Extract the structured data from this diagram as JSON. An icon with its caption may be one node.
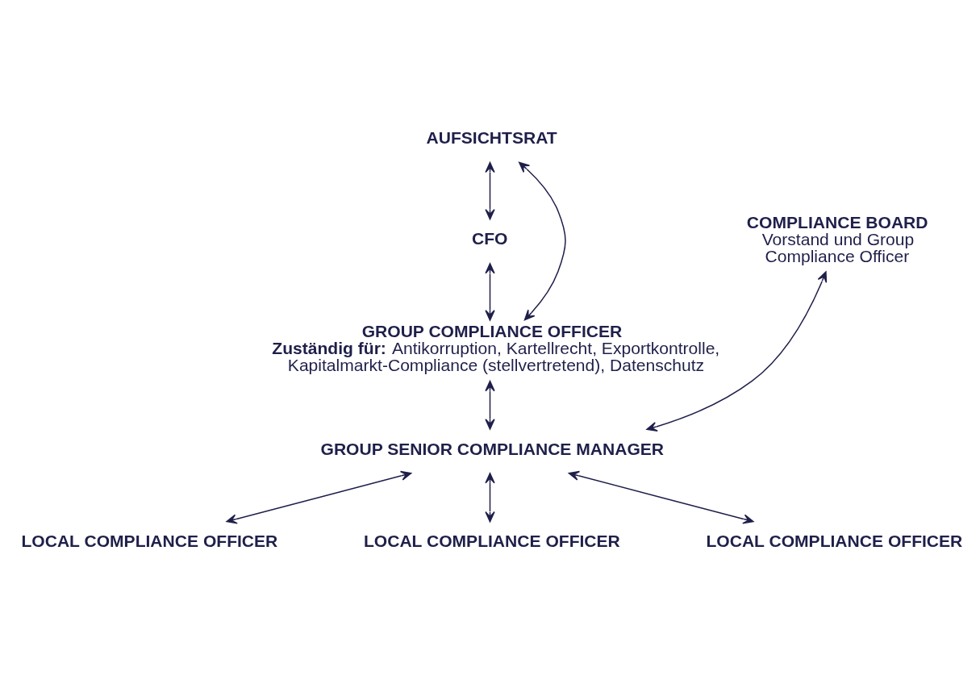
{
  "diagram": {
    "nodes": [
      {
        "text": [
          "AUFSICHTSRAT"
        ]
      },
      {
        "text": [
          "CFO"
        ]
      },
      {
        "text": [
          "COMPLIANCE BOARD",
          "Vorstand und Group Compliance Officer"
        ]
      },
      {
        "text": [
          "GROUP COMPLIANCE OFFICER",
          "**Zuständig für:** Antikorruption, Kartellrecht, Exportkontrolle, Kapitalmarkt-Compliance (stellvertretend), Datenschutz"
        ]
      },
      {
        "text": [
          "GROUP SENIOR COMPLIANCE MANAGER"
        ]
      },
      {
        "text": [
          "LOCAL COMPLIANCE OFFICER"
        ]
      },
      {
        "text": [
          "LOCAL COMPLIANCE OFFICER"
        ]
      },
      {
        "text": [
          "LOCAL COMPLIANCE OFFICER"
        ]
      }
    ],
    "edges": [
      {
        "from": 0,
        "to": 1,
        "arrow": "both"
      },
      {
        "from": 1,
        "to": 3,
        "arrow": "both"
      },
      {
        "from": 0,
        "to": 3,
        "arrow": "both"
      },
      {
        "from": 3,
        "to": 4,
        "arrow": "both"
      },
      {
        "from": 2,
        "to": 4,
        "arrow": "both"
      },
      {
        "from": 4,
        "to": 5,
        "arrow": "both"
      },
      {
        "from": 4,
        "to": 6,
        "arrow": "both"
      },
      {
        "from": 4,
        "to": 7,
        "arrow": "both"
      }
    ]
  }
}
